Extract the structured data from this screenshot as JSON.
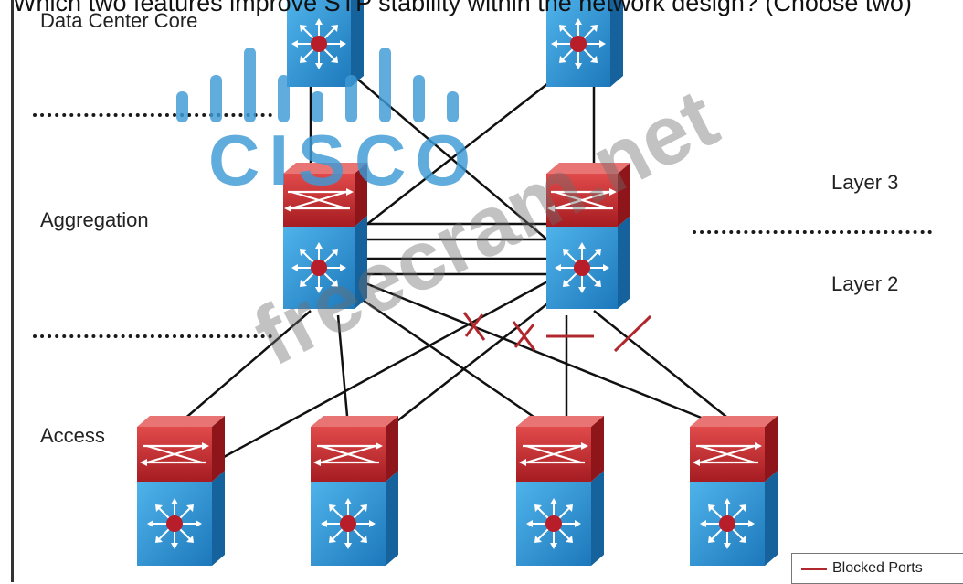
{
  "question": {
    "text": "Which two features improve STP stability within the network design? (Choose two)"
  },
  "tiers": {
    "core": "Data Center Core",
    "aggregation": "Aggregation",
    "access": "Access"
  },
  "layers": {
    "layer3": "Layer 3",
    "layer2": "Layer 2"
  },
  "watermark": {
    "logo_text": "CISCO",
    "site_text": "freecram.net"
  },
  "legend": {
    "label": "Blocked Ports",
    "color": "#b0282d"
  },
  "colors": {
    "switch_blue": "#2a8fd0",
    "switch_red": "#c3262c",
    "link": "#111111",
    "cisco_blue": "#3d9ad6"
  },
  "devices": [
    {
      "id": "core-switch-left",
      "type": "layer3-switch"
    },
    {
      "id": "core-switch-right",
      "type": "layer3-switch"
    },
    {
      "id": "aggregation-switch-left",
      "type": "multilayer-switch"
    },
    {
      "id": "aggregation-switch-right",
      "type": "multilayer-switch"
    },
    {
      "id": "access-switch-1",
      "type": "multilayer-switch"
    },
    {
      "id": "access-switch-2",
      "type": "multilayer-switch"
    },
    {
      "id": "access-switch-3",
      "type": "multilayer-switch"
    },
    {
      "id": "access-switch-4",
      "type": "multilayer-switch"
    }
  ]
}
